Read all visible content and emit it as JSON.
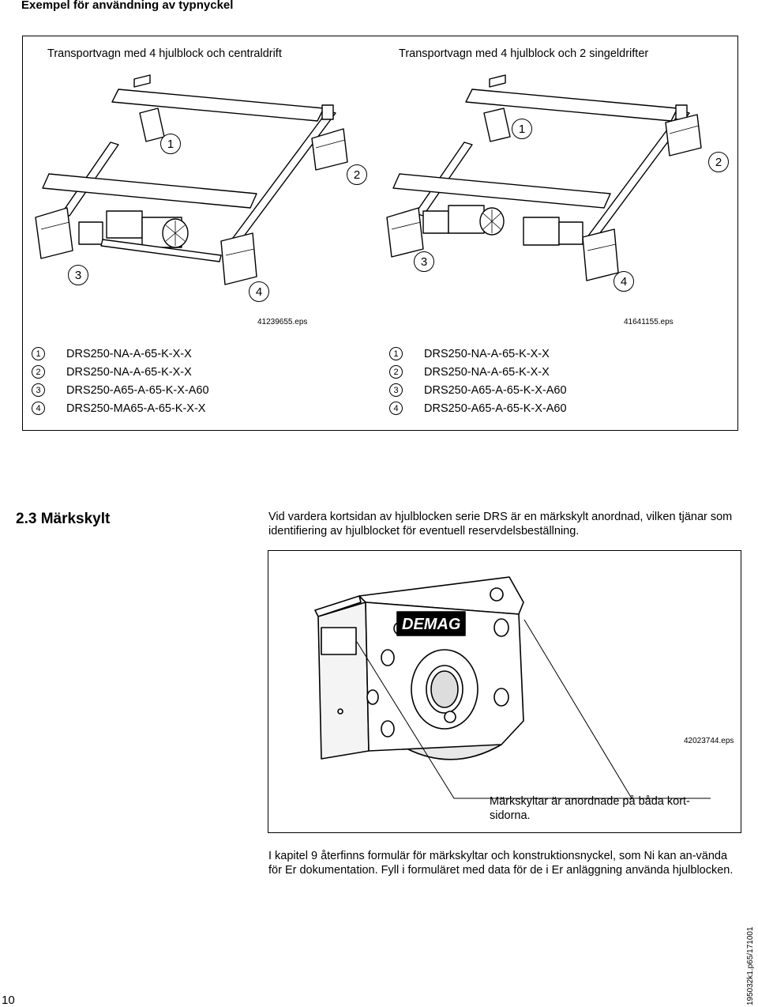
{
  "header": {
    "title": "Exempel för användning av typnyckel"
  },
  "example_left": {
    "caption": "Transportvagn med 4 hjulblock och centraldrift",
    "callouts": [
      "1",
      "2",
      "3",
      "4"
    ],
    "file": "41239655.eps",
    "parts": [
      {
        "num": "1",
        "code": "DRS250-NA-A-65-K-X-X"
      },
      {
        "num": "2",
        "code": "DRS250-NA-A-65-K-X-X"
      },
      {
        "num": "3",
        "code": "DRS250-A65-A-65-K-X-A60"
      },
      {
        "num": "4",
        "code": "DRS250-MA65-A-65-K-X-X"
      }
    ]
  },
  "example_right": {
    "caption": "Transportvagn med 4 hjulblock och 2 singeldrifter",
    "callouts": [
      "1",
      "2",
      "3",
      "4"
    ],
    "file": "41641155.eps",
    "parts": [
      {
        "num": "1",
        "code": "DRS250-NA-A-65-K-X-X"
      },
      {
        "num": "2",
        "code": "DRS250-NA-A-65-K-X-X"
      },
      {
        "num": "3",
        "code": "DRS250-A65-A-65-K-X-A60"
      },
      {
        "num": "4",
        "code": "DRS250-A65-A-65-K-X-A60"
      }
    ]
  },
  "section": {
    "title": "2.3  Märkskylt",
    "intro": "Vid vardera kortsidan av hjulblocken serie DRS är en märkskylt anordnad, vilken tjänar som identifiering av hjulblocket för eventuell reservdelsbeställning.",
    "brand": "DEMAG",
    "figure_file": "42023744.eps",
    "figure_caption": "Märkskyltar är anordnade på båda kort-sidorna.",
    "outro": "I kapitel 9 återfinns formulär för märkskyltar och konstruktionsnyckel, som Ni kan an-vända för Er dokumentation. Fyll i formuläret med data för de i Er anläggning använda hjulblocken."
  },
  "footer": {
    "page_number": "10",
    "doc_id": "195032k1.p65/171001"
  }
}
